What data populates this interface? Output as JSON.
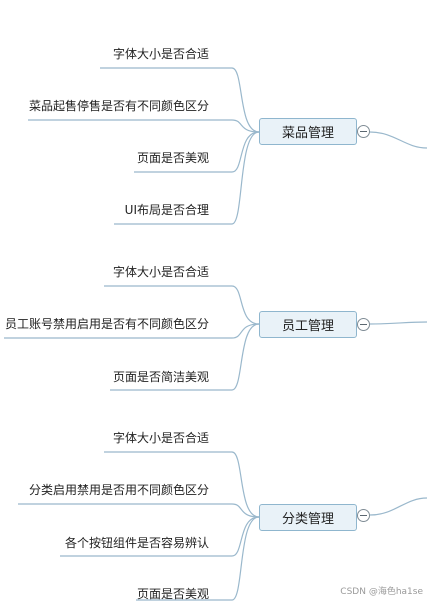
{
  "mindmap": {
    "groups": [
      {
        "title": "菜品管理",
        "items": [
          "字体大小是否合适",
          "菜品起售停售是否有不同颜色区分",
          "页面是否美观",
          "UI布局是否合理"
        ]
      },
      {
        "title": "员工管理",
        "items": [
          "字体大小是否合适",
          "员工账号禁用启用是否有不同颜色区分",
          "页面是否简洁美观"
        ]
      },
      {
        "title": "分类管理",
        "items": [
          "字体大小是否合适",
          "分类启用禁用是否用不同颜色区分",
          "各个按钮组件是否容易辨认",
          "页面是否美观"
        ]
      }
    ]
  },
  "watermark": "CSDN @海色ha1se",
  "colors": {
    "connector": "#9ab8cc",
    "node_fill": "#e9f2f8",
    "node_border": "#8fb6ce",
    "text": "#222222"
  }
}
